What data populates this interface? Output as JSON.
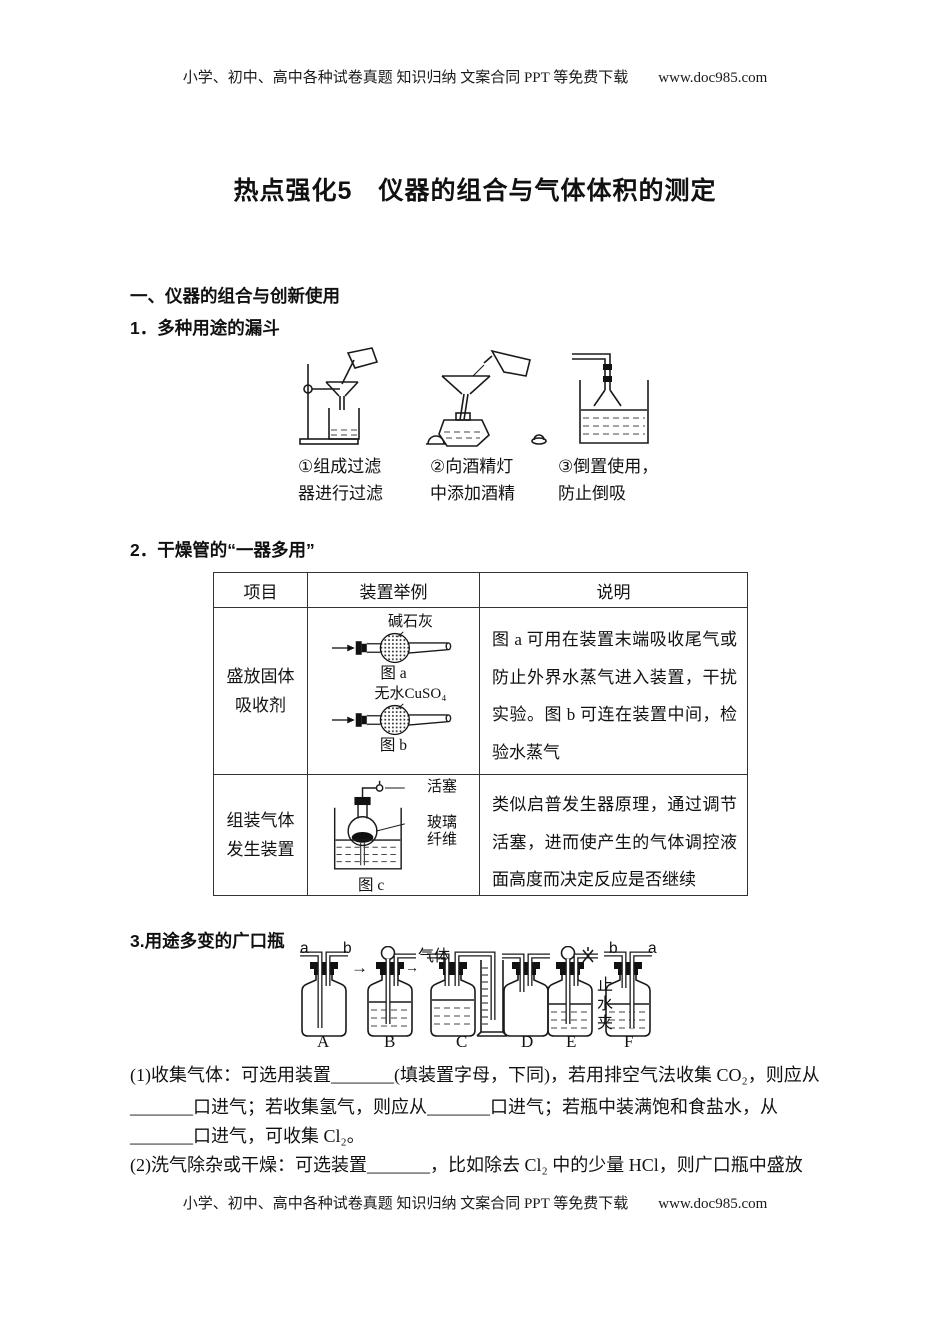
{
  "header": {
    "text": "小学、初中、高中各种试卷真题 知识归纳 文案合同 PPT 等免费下载",
    "url": "www.doc985.com"
  },
  "footer": {
    "text": "小学、初中、高中各种试卷真题 知识归纳 文案合同 PPT 等免费下载",
    "url": "www.doc985.com"
  },
  "title": "热点强化5　仪器的组合与气体体积的测定",
  "section": {
    "h1": "一、仪器的组合与创新使用",
    "item1": "1．多种用途的漏斗",
    "item2": "2．干燥管的“一器多用”",
    "item3": "3.用途多变的广口瓶"
  },
  "funnels": {
    "captions": [
      {
        "l1": "①组成过滤",
        "l2": "器进行过滤"
      },
      {
        "l1": "②向酒精灯",
        "l2": "中添加酒精"
      },
      {
        "l1": "③倒置使用，",
        "l2": "防止倒吸"
      }
    ]
  },
  "table": {
    "headers": [
      "项目",
      "装置举例",
      "说明"
    ],
    "row1": {
      "item_l1": "盛放固体",
      "item_l2": "吸收剂",
      "figa_label": "碱石灰",
      "figa_cap": "图 a",
      "figb_label": "无水CuSO₄",
      "figb_cap": "图 b",
      "note": "图 a 可用在装置末端吸收尾气或防止外界水蒸气进入装置，干扰实验。图 b 可连在装置中间，检验水蒸气"
    },
    "row2": {
      "item_l1": "组装气体",
      "item_l2": "发生装置",
      "valve_label": "活塞",
      "fiber_l1": "玻璃",
      "fiber_l2": "纤维",
      "figc_cap": "图 c",
      "note": "类似启普发生器原理，通过调节活塞，进而使产生的气体调控液面高度而决定反应是否继续"
    }
  },
  "bottles": {
    "a_label_left": "a",
    "b_label_left": "b",
    "arrow": "→",
    "gas_label": "气体",
    "gas_arrow": "→",
    "clamp_label": "止水夹",
    "b_label_right": "b",
    "a_label_right": "a",
    "letters": [
      "A",
      "B",
      "C",
      "D",
      "E",
      "F"
    ]
  },
  "questions": {
    "q1_l1": "(1)收集气体：可选用装置_______(填装置字母，下同)，若用排空气法收集 CO₂，则应从",
    "q1_l2": "_______口进气；若收集氢气，则应从_______口进气；若瓶中装满饱和食盐水，从",
    "q1_l3": "_______口进气，可收集 Cl₂。",
    "q2_l1": "(2)洗气除杂或干燥：可选装置_______，比如除去 Cl₂ 中的少量 HCl，则广口瓶中盛放"
  }
}
